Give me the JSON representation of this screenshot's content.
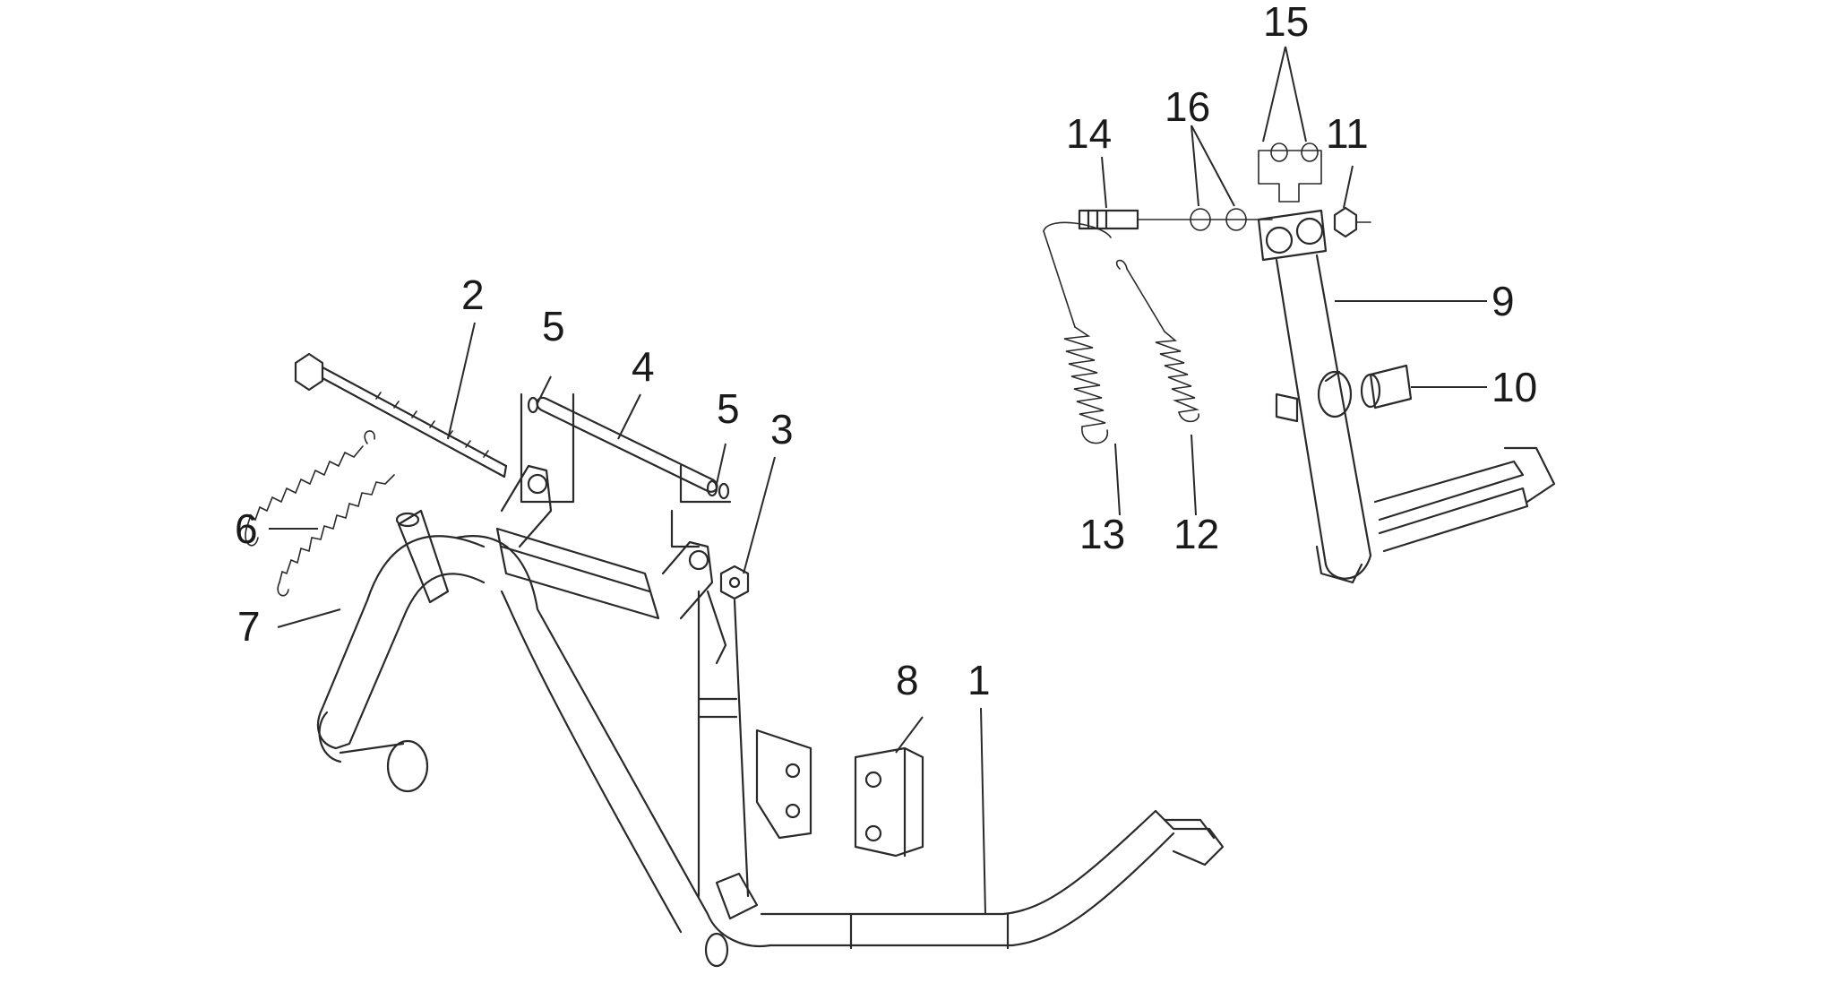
{
  "colors": {
    "line": "#2a2a2a",
    "background": "#ffffff"
  },
  "callouts": [
    {
      "id": "p1",
      "label": "1"
    },
    {
      "id": "p2",
      "label": "2"
    },
    {
      "id": "p3",
      "label": "3"
    },
    {
      "id": "p4",
      "label": "4"
    },
    {
      "id": "p5a",
      "label": "5"
    },
    {
      "id": "p5b",
      "label": "5"
    },
    {
      "id": "p6",
      "label": "6"
    },
    {
      "id": "p7",
      "label": "7"
    },
    {
      "id": "p8",
      "label": "8"
    },
    {
      "id": "p9",
      "label": "9"
    },
    {
      "id": "p10",
      "label": "10"
    },
    {
      "id": "p11",
      "label": "11"
    },
    {
      "id": "p12",
      "label": "12"
    },
    {
      "id": "p13",
      "label": "13"
    },
    {
      "id": "p14",
      "label": "14"
    },
    {
      "id": "p15",
      "label": "15"
    },
    {
      "id": "p16",
      "label": "16"
    }
  ]
}
